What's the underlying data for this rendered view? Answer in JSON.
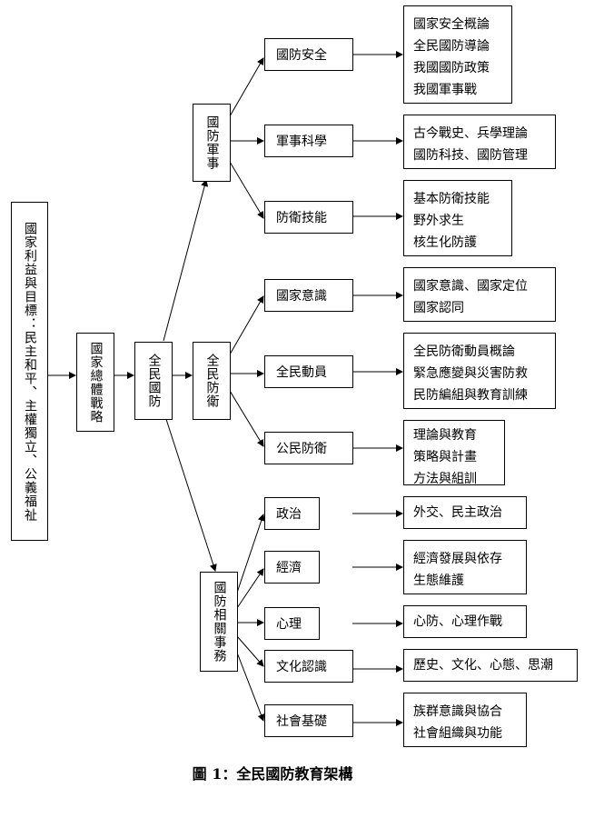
{
  "root": "國家利益與目標：民主和平、主權獨立、公義福祉",
  "strategy": "國家總體戰略",
  "allout": "全民國防",
  "branches": {
    "military": "國防軍事",
    "defense": "全民防衛",
    "affairs": "國防相關事務"
  },
  "topics": {
    "t1": "國防安全",
    "t2": "軍事科學",
    "t3": "防衛技能",
    "t4": "國家意識",
    "t5": "全民動員",
    "t6": "公民防衛",
    "t7": "政治",
    "t8": "經濟",
    "t9": "心理",
    "t10": "文化認識",
    "t11": "社會基礎"
  },
  "details": {
    "d1": [
      "國家安全概論",
      "全民國防導論",
      "我國國防政策",
      "我國軍事戰"
    ],
    "d2": [
      "古今戰史、兵學理論",
      "國防科技、國防管理"
    ],
    "d3": [
      "基本防衛技能",
      "野外求生",
      "核生化防護"
    ],
    "d4": [
      "國家意識、國家定位",
      "國家認同"
    ],
    "d5": [
      "全民防衛動員概論",
      "緊急應變與災害防救",
      "民防編組與教育訓練"
    ],
    "d6": [
      "理論與教育",
      "策略與計畫",
      "方法與組訓"
    ],
    "d7": [
      "外交、民主政治"
    ],
    "d8": [
      "經濟發展與依存",
      "生態維護"
    ],
    "d9": [
      "心防、心理作戰"
    ],
    "d10": [
      "歷史、文化、心態、思潮"
    ],
    "d11": [
      "族群意識與協合",
      "社會組織與功能"
    ]
  },
  "caption": "圖 1：全民國防教育架構"
}
